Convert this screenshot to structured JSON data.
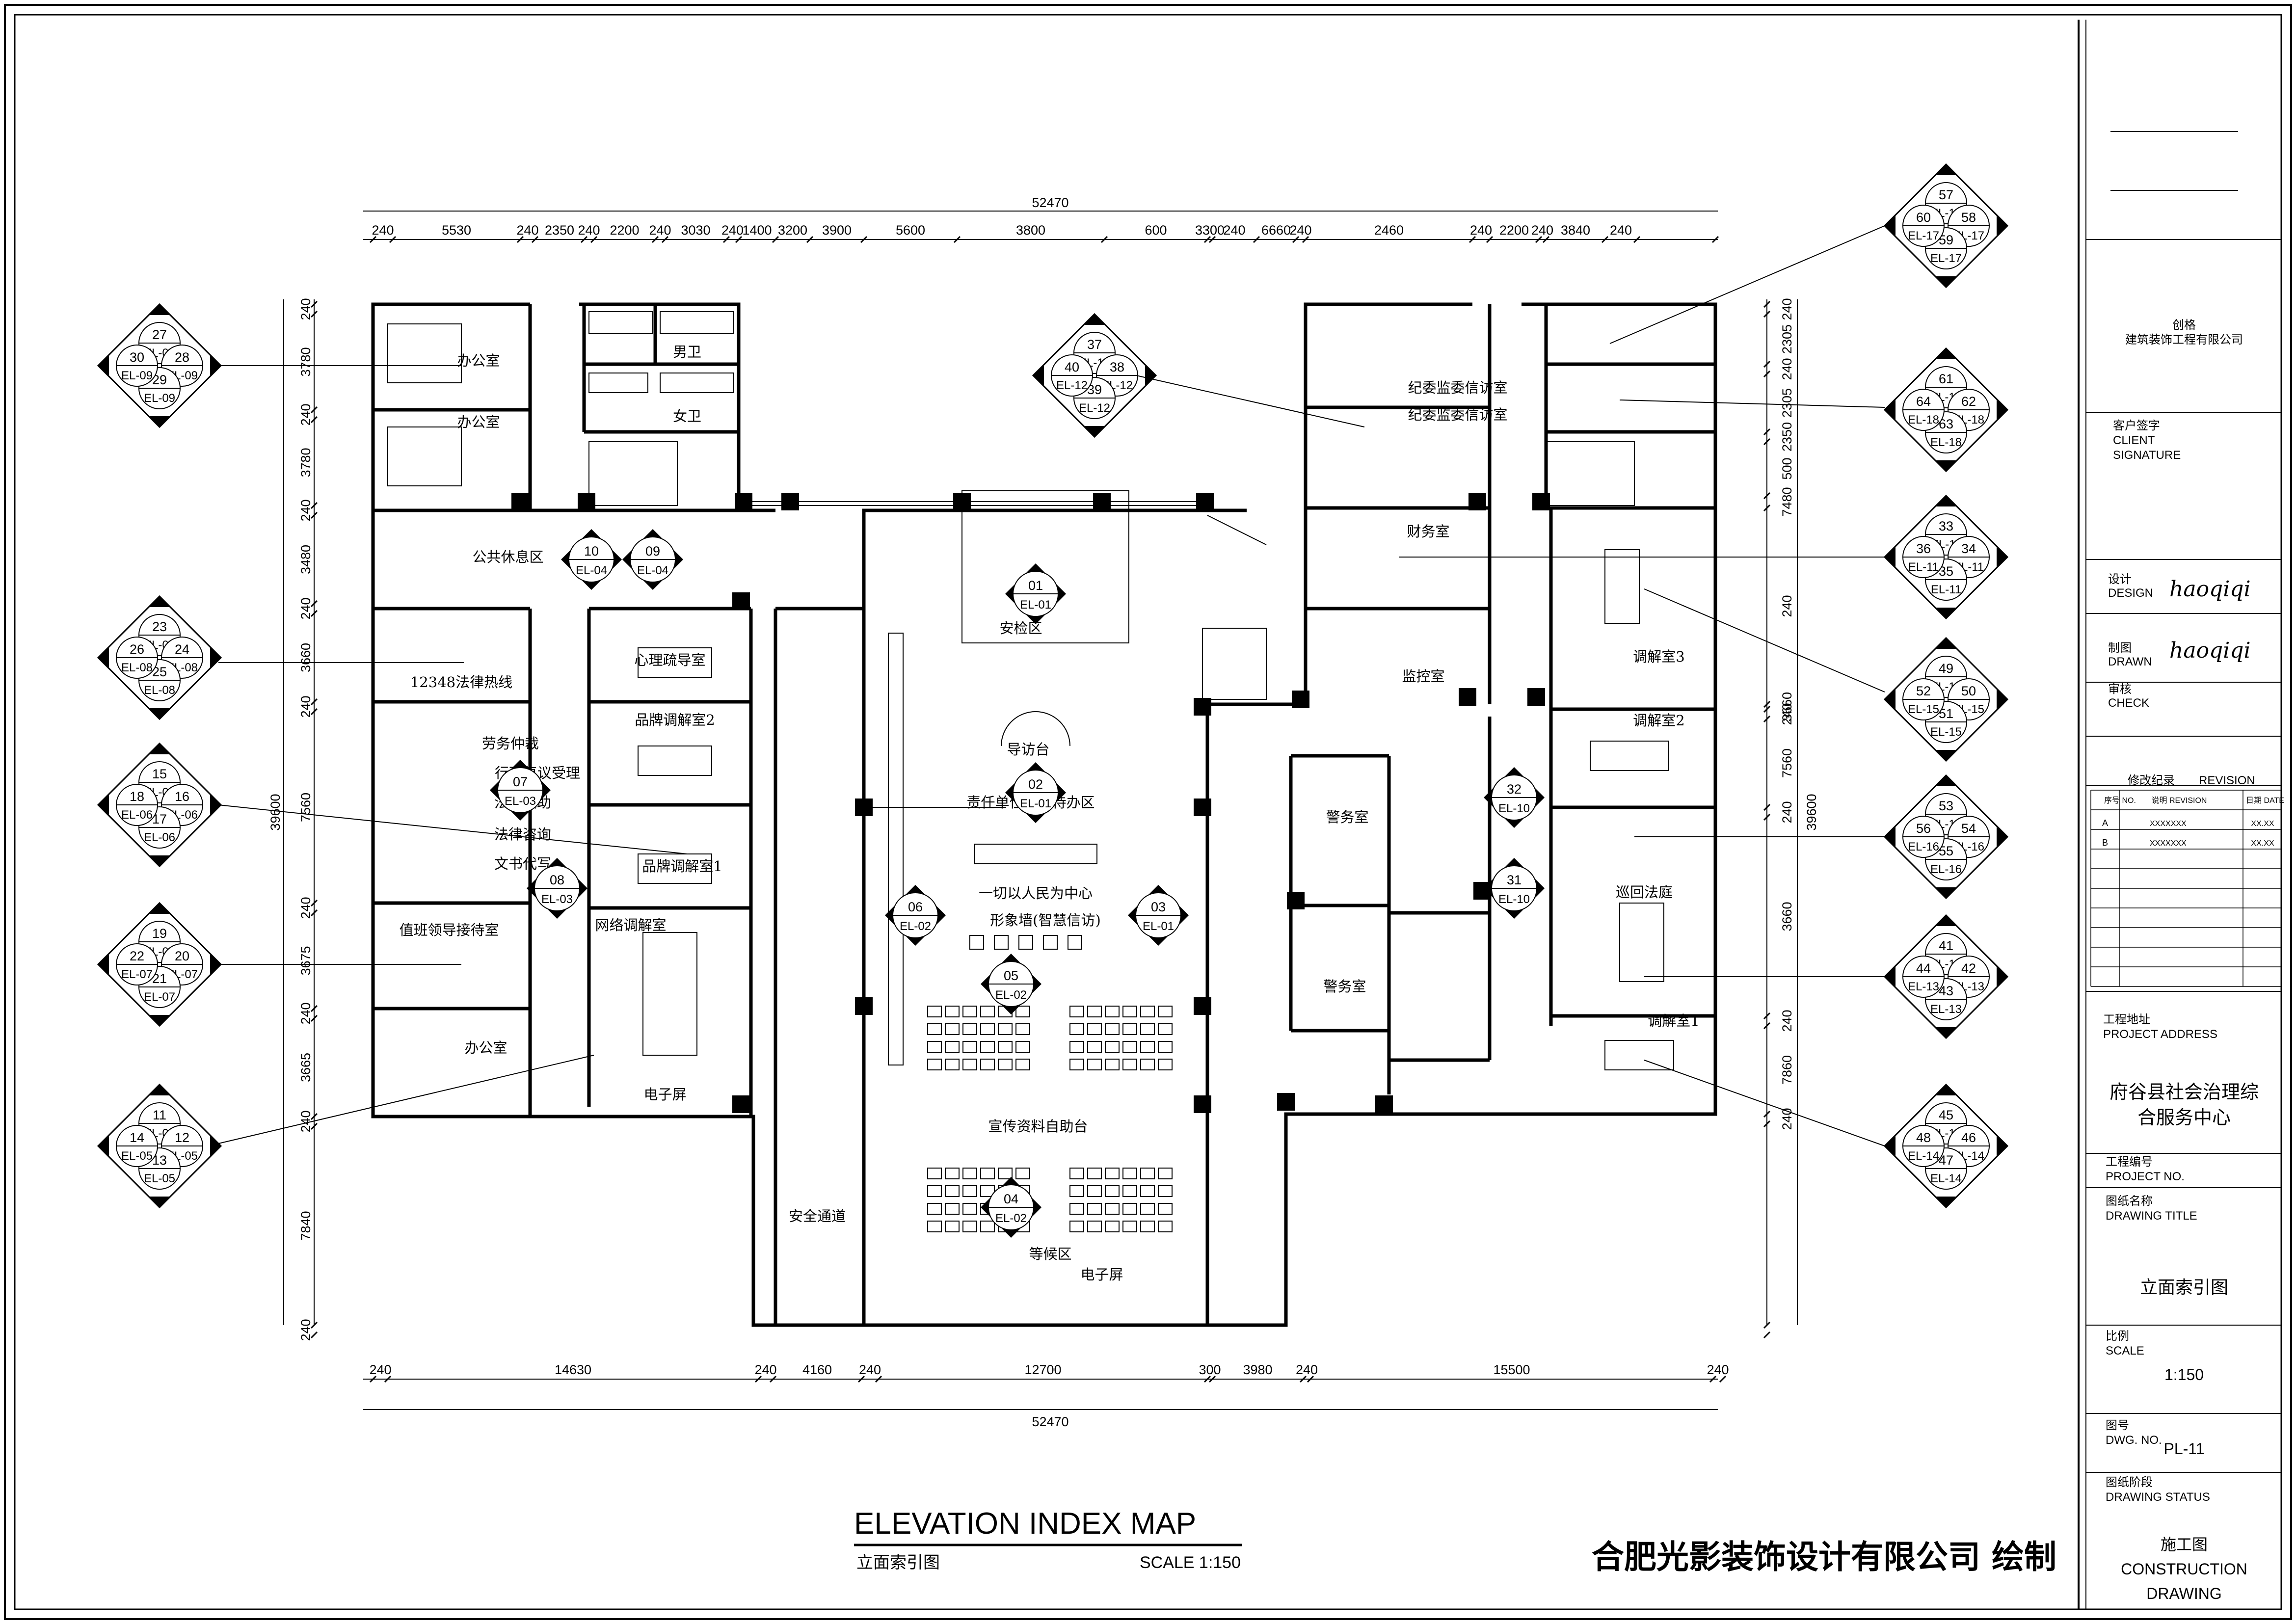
{
  "drawing": {
    "total_width_label": "52470",
    "total_height_label": "39600",
    "top_dims": [
      "240",
      "5530",
      "240",
      "2350",
      "240",
      "2200",
      "240",
      "3030",
      "240",
      "1400",
      "3200",
      "3900",
      "5600",
      "3800",
      "600",
      "3300",
      "240",
      "6660",
      "240",
      "2460",
      "240",
      "2200",
      "240",
      "3840",
      "240"
    ],
    "bottom_dims": [
      "240",
      "14630",
      "240",
      "4160",
      "240",
      "12700",
      "300",
      "3980",
      "240",
      "15500",
      "240"
    ],
    "left_dims": [
      "240",
      "3780",
      "240",
      "3780",
      "240",
      "3480",
      "240",
      "3660",
      "240",
      "7560",
      "240",
      "3675",
      "240",
      "3665",
      "240",
      "7840",
      "240"
    ],
    "right_dims": [
      "240",
      "2305",
      "240",
      "2305",
      "2350",
      "500",
      "7480",
      "240",
      "3660",
      "240",
      "7560",
      "240",
      "3660",
      "240",
      "7860",
      "240"
    ]
  },
  "rooms": [
    {
      "id": "r1",
      "label": "办公室"
    },
    {
      "id": "r2",
      "label": "办公室"
    },
    {
      "id": "r3",
      "label": "男卫"
    },
    {
      "id": "r4",
      "label": "女卫"
    },
    {
      "id": "r5",
      "label": "公共休息区"
    },
    {
      "id": "r6",
      "label": "12348法律热线"
    },
    {
      "id": "r7",
      "label": "劳务仲裁"
    },
    {
      "id": "r8",
      "label": "行政复议受理"
    },
    {
      "id": "r9",
      "label": "法律援助"
    },
    {
      "id": "r10",
      "label": "法律咨询"
    },
    {
      "id": "r11",
      "label": "文书代写"
    },
    {
      "id": "r12",
      "label": "值班领导接待室"
    },
    {
      "id": "r13",
      "label": "办公室"
    },
    {
      "id": "r14",
      "label": "心理疏导室"
    },
    {
      "id": "r15",
      "label": "品牌调解室2"
    },
    {
      "id": "r16",
      "label": "品牌调解室1"
    },
    {
      "id": "r17",
      "label": "网络调解室"
    },
    {
      "id": "r18",
      "label": "电子屏"
    },
    {
      "id": "r19",
      "label": "安全通道"
    },
    {
      "id": "r20",
      "label": "安检区"
    },
    {
      "id": "r21",
      "label": "导访台"
    },
    {
      "id": "r22",
      "label": "责任单位服务待办区"
    },
    {
      "id": "r23",
      "label": "一切以人民为中心"
    },
    {
      "id": "r24",
      "label": "形象墙(智慧信访)"
    },
    {
      "id": "r25",
      "label": "宣传资料自助台"
    },
    {
      "id": "r26",
      "label": "等候区"
    },
    {
      "id": "r27",
      "label": "电子屏"
    },
    {
      "id": "r28",
      "label": "纪委监委信访室"
    },
    {
      "id": "r29",
      "label": "纪委监委信访室"
    },
    {
      "id": "r30",
      "label": "财务室"
    },
    {
      "id": "r31",
      "label": "监控室"
    },
    {
      "id": "r32",
      "label": "警务室"
    },
    {
      "id": "r33",
      "label": "警务室"
    },
    {
      "id": "r34",
      "label": "调解室3"
    },
    {
      "id": "r35",
      "label": "调解室2"
    },
    {
      "id": "r36",
      "label": "巡回法庭"
    },
    {
      "id": "r37",
      "label": "调解室1"
    }
  ],
  "diamond_markers": [
    {
      "id": "d27",
      "nums": [
        "27",
        "28",
        "29",
        "30"
      ],
      "ref": "EL-09"
    },
    {
      "id": "d23",
      "nums": [
        "23",
        "24",
        "25",
        "26"
      ],
      "ref": "EL-08"
    },
    {
      "id": "d15",
      "nums": [
        "15",
        "16",
        "17",
        "18"
      ],
      "ref": "EL-06"
    },
    {
      "id": "d19",
      "nums": [
        "19",
        "20",
        "21",
        "22"
      ],
      "ref": "EL-07"
    },
    {
      "id": "d11",
      "nums": [
        "11",
        "12",
        "13",
        "14"
      ],
      "ref": "EL-05"
    },
    {
      "id": "d37",
      "nums": [
        "37",
        "38",
        "39",
        "40"
      ],
      "ref": "EL-12"
    },
    {
      "id": "d57",
      "nums": [
        "57",
        "58",
        "59",
        "60"
      ],
      "ref": "EL-17"
    },
    {
      "id": "d61",
      "nums": [
        "61",
        "62",
        "63",
        "64"
      ],
      "ref": "EL-18"
    },
    {
      "id": "d33",
      "nums": [
        "33",
        "34",
        "35",
        "36"
      ],
      "ref": "EL-11"
    },
    {
      "id": "d49",
      "nums": [
        "49",
        "50",
        "51",
        "52"
      ],
      "ref": "EL-15"
    },
    {
      "id": "d53",
      "nums": [
        "53",
        "54",
        "55",
        "56"
      ],
      "ref": "EL-16"
    },
    {
      "id": "d41",
      "nums": [
        "41",
        "42",
        "43",
        "44"
      ],
      "ref": "EL-13"
    },
    {
      "id": "d45",
      "nums": [
        "45",
        "46",
        "47",
        "48"
      ],
      "ref": "EL-14"
    }
  ],
  "circle_markers": [
    {
      "id": "c09",
      "num": "09",
      "ref": "EL-04"
    },
    {
      "id": "c10",
      "num": "10",
      "ref": "EL-04"
    },
    {
      "id": "c07",
      "num": "07",
      "ref": "EL-03"
    },
    {
      "id": "c08",
      "num": "08",
      "ref": "EL-03"
    },
    {
      "id": "c01",
      "num": "01",
      "ref": "EL-01"
    },
    {
      "id": "c02",
      "num": "02",
      "ref": "EL-01"
    },
    {
      "id": "c06",
      "num": "06",
      "ref": "EL-02"
    },
    {
      "id": "c03",
      "num": "03",
      "ref": "EL-01"
    },
    {
      "id": "c05",
      "num": "05",
      "ref": "EL-02"
    },
    {
      "id": "c04",
      "num": "04",
      "ref": "EL-02"
    },
    {
      "id": "c32",
      "num": "32",
      "ref": "EL-10"
    },
    {
      "id": "c31",
      "num": "31",
      "ref": "EL-10"
    }
  ],
  "footer": {
    "title_en": "ELEVATION INDEX MAP",
    "title_cn": "立面索引图",
    "scale": "SCALE 1:150",
    "company": "合肥光影装饰设计有限公司  绘制"
  },
  "title_block": {
    "company_line1": "创格",
    "company_line2": "建筑装饰工程有限公司",
    "client_cn": "客户签字",
    "client_en1": "CLIENT",
    "client_en2": "SIGNATURE",
    "design_cn": "设计",
    "design_en": "DESIGN",
    "design_sig": "haoqiqi",
    "drawn_cn": "制图",
    "drawn_en": "DRAWN",
    "drawn_sig": "haoqiqi",
    "check_cn": "审核",
    "check_en": "CHECK",
    "revision_cn": "修改纪录",
    "revision_en": "REVISION",
    "rev_head_no": "序号 NO.",
    "rev_head_desc": "说明 REVISION",
    "rev_head_date": "日期 DATE",
    "rev_rows": [
      {
        "no": "A",
        "desc": "XXXXXXX",
        "date": "XX.XX"
      },
      {
        "no": "B",
        "desc": "XXXXXXX",
        "date": "XX.XX"
      }
    ],
    "address_cn": "工程地址",
    "address_en": "PROJECT ADDRESS",
    "project_name1": "府谷县社会治理综",
    "project_name2": "合服务中心",
    "project_no_cn": "工程编号",
    "project_no_en": "PROJECT NO.",
    "drawing_title_cn": "图纸名称",
    "drawing_title_en": "DRAWING TITLE",
    "drawing_title": "立面索引图",
    "scale_cn": "比例",
    "scale_en": "SCALE",
    "scale_value": "1:150",
    "dwg_cn": "图号",
    "dwg_en": "DWG. NO.",
    "dwg_value": "PL-11",
    "status_cn": "图纸阶段",
    "status_en": "DRAWING STATUS",
    "status_cn_value": "施工图",
    "status_en_value1": "CONSTRUCTION",
    "status_en_value2": "DRAWING"
  }
}
